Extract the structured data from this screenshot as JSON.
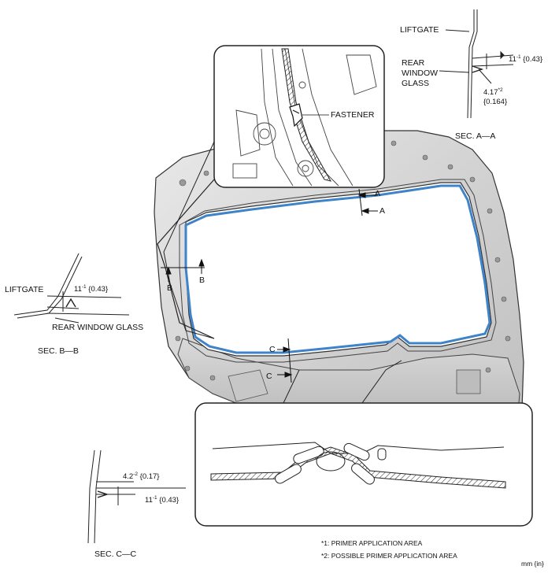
{
  "sections": {
    "aa": {
      "title": "SEC. A—A",
      "liftgate": "LIFTGATE",
      "glass": [
        "REAR",
        "WINDOW",
        "GLASS"
      ],
      "dim1_value": "11",
      "dim1_tol": "-1",
      "dim1_in": "{0.43}",
      "dim2_value": "4.17",
      "dim2_tol": "*2",
      "dim2_in": "{0.164}"
    },
    "bb": {
      "title": "SEC. B—B",
      "liftgate": "LIFTGATE",
      "glass": "REAR WINDOW GLASS",
      "dim_value": "11",
      "dim_tol": "-1",
      "dim_in": "{0.43}"
    },
    "cc": {
      "title": "SEC. C—C",
      "dim1_value": "4.2",
      "dim1_tol": "-2",
      "dim1_in": "{0.17}",
      "dim2_value": "11",
      "dim2_tol": "-1",
      "dim2_in": "{0.43}"
    }
  },
  "callouts": {
    "fastener": "FASTENER"
  },
  "section_markers": {
    "a": "A",
    "b": "B",
    "c": "C"
  },
  "legend": {
    "item1": "*1: PRIMER APPLICATION AREA",
    "item2": "*2: POSSIBLE PRIMER APPLICATION AREA"
  },
  "units": "mm {in}",
  "colors": {
    "adhesive_line": "#3f83c9",
    "outline": "#222222",
    "body_fill": "#dcdcdc",
    "body_shadow": "#b5b5b5"
  }
}
